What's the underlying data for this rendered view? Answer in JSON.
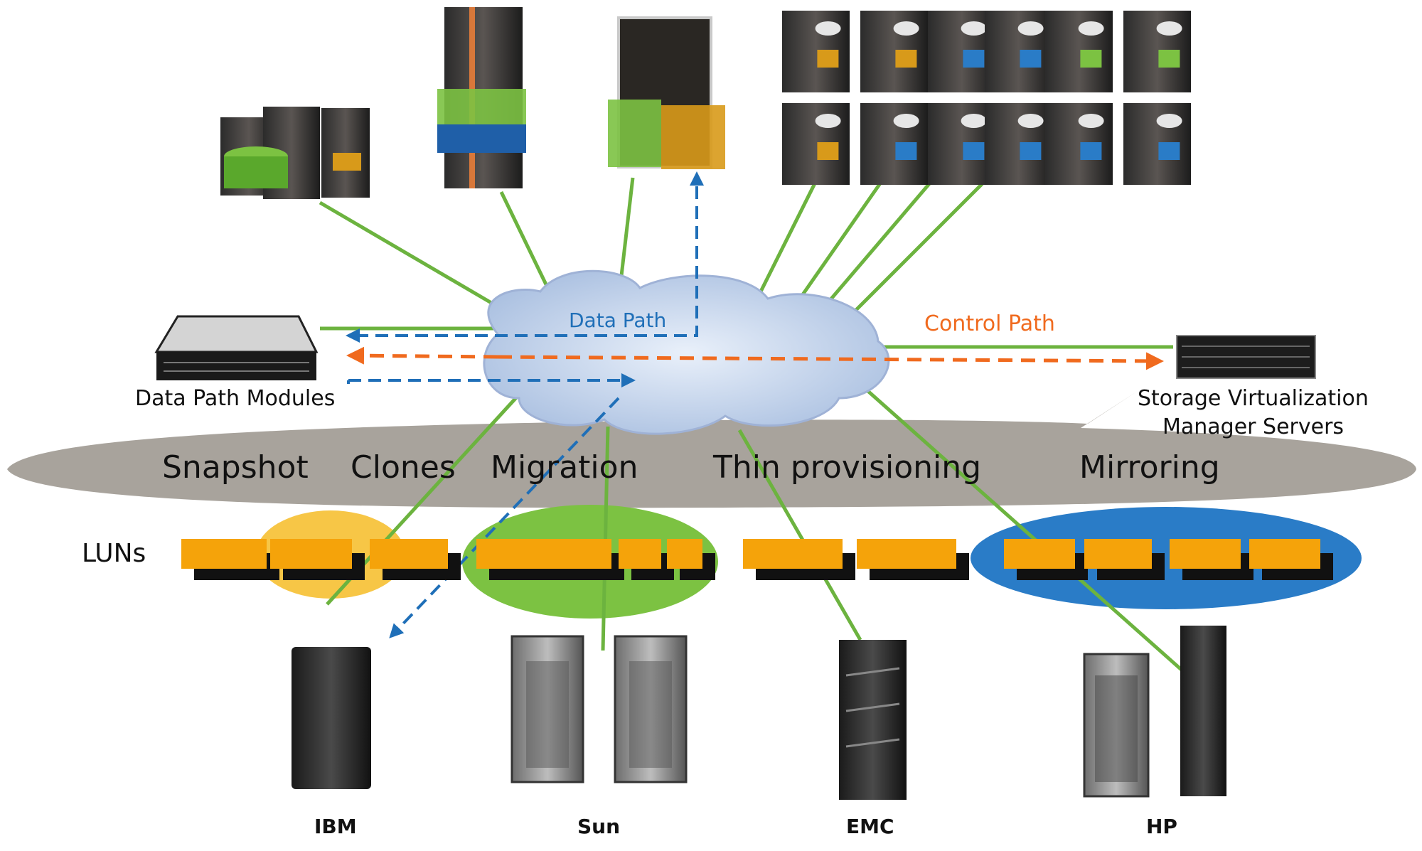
{
  "labels": {
    "data_path": "Data Path",
    "control_path": "Control Path",
    "data_path_modules": "Data Path Modules",
    "svm_line1": "Storage Virtualization",
    "svm_line2": "Manager Servers",
    "luns": "LUNs"
  },
  "services": [
    "Snapshot",
    "Clones",
    "Migration",
    "Thin provisioning",
    "Mirroring"
  ],
  "vendors": [
    "IBM",
    "Sun",
    "EMC",
    "HP"
  ],
  "colors": {
    "link_green": "#6cb33f",
    "data_path_blue": "#1f6fb8",
    "control_path_orange": "#f06a1e",
    "lun_orange": "#f5a30a",
    "band_gray": "#a8a39c",
    "cloud_blue": "#c7d7ee",
    "group_yellow": "#f7c646",
    "group_green": "#7cc242",
    "group_blue": "#2a7cc7"
  }
}
